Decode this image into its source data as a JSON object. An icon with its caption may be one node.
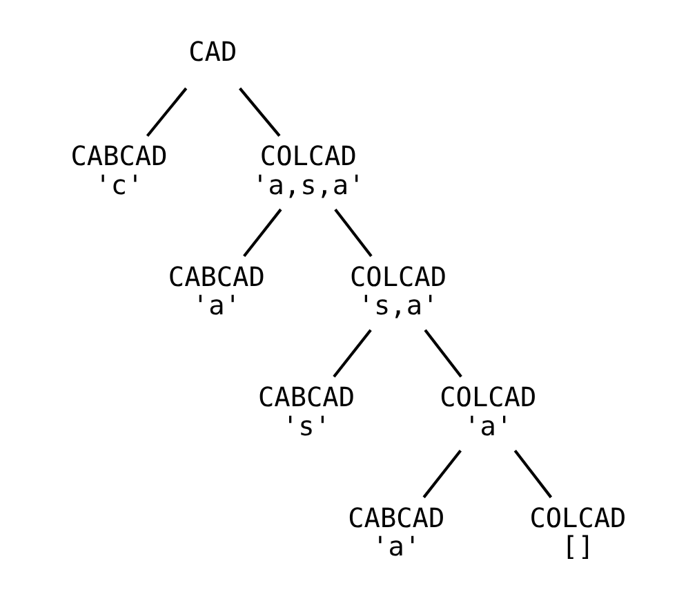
{
  "diagram": {
    "nodes": [
      {
        "text": [
          "CAD"
        ]
      },
      {
        "text": [
          "CABCAD",
          "'c'"
        ]
      },
      {
        "text": [
          "COLCAD",
          "'a,s,a'"
        ]
      },
      {
        "text": [
          "CABCAD",
          "'a'"
        ]
      },
      {
        "text": [
          "COLCAD",
          "'s,a'"
        ]
      },
      {
        "text": [
          "CABCAD",
          "'s'"
        ]
      },
      {
        "text": [
          "COLCAD",
          "'a'"
        ]
      },
      {
        "text": [
          "CABCAD",
          "'a'"
        ]
      },
      {
        "text": [
          "COLCAD",
          "[]"
        ]
      }
    ],
    "edges": [
      {
        "from": 0,
        "to": 1,
        "arrow": "none"
      },
      {
        "from": 0,
        "to": 2,
        "arrow": "none"
      },
      {
        "from": 2,
        "to": 3,
        "arrow": "none"
      },
      {
        "from": 2,
        "to": 4,
        "arrow": "none"
      },
      {
        "from": 4,
        "to": 5,
        "arrow": "none"
      },
      {
        "from": 4,
        "to": 6,
        "arrow": "none"
      },
      {
        "from": 6,
        "to": 7,
        "arrow": "none"
      },
      {
        "from": 6,
        "to": 8,
        "arrow": "none"
      }
    ]
  }
}
